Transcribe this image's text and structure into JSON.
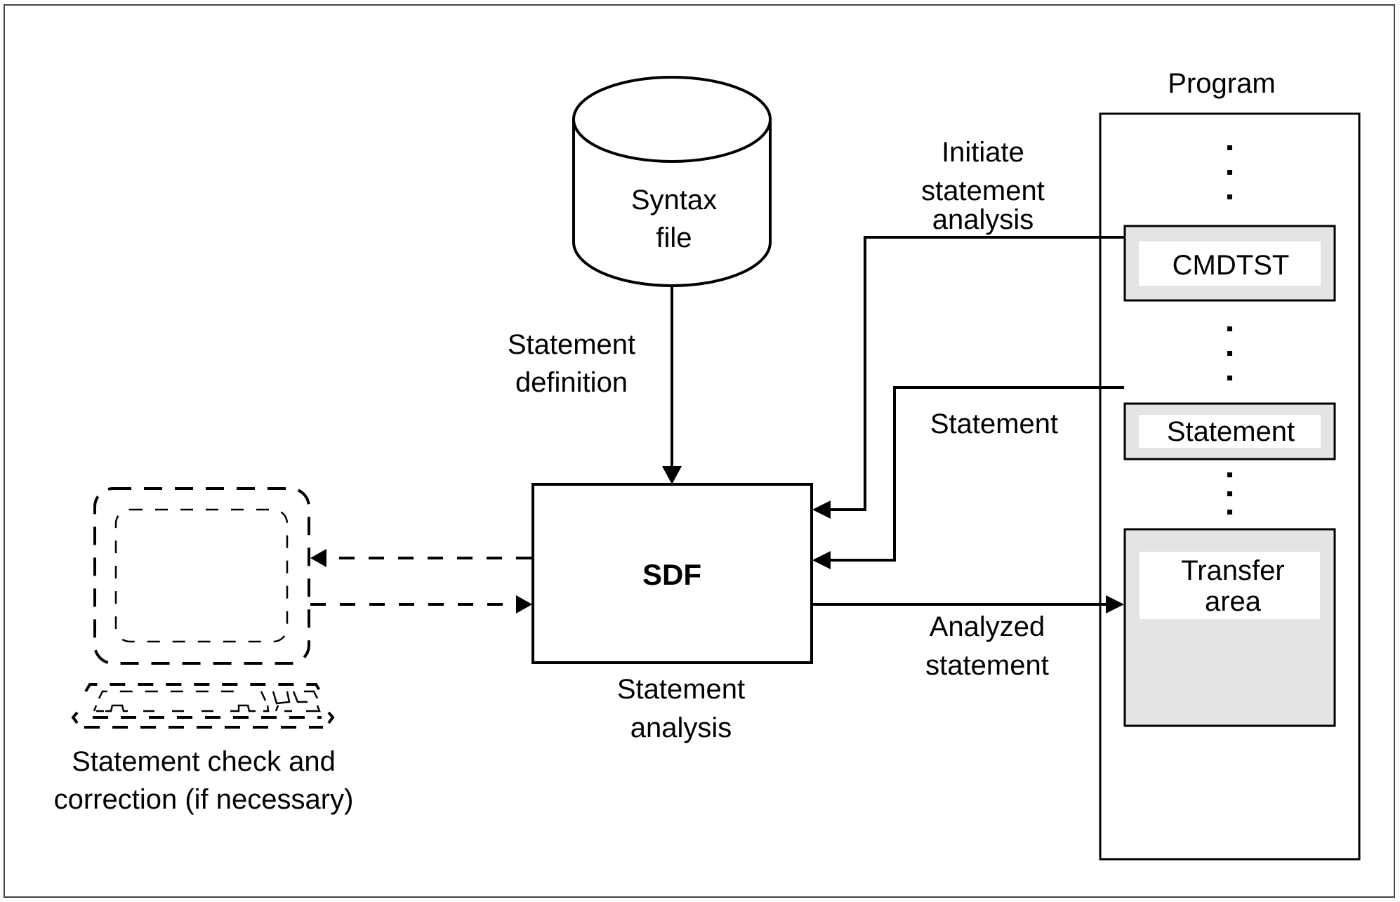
{
  "diagram": {
    "syntax_file": {
      "line1": "Syntax",
      "line2": "file"
    },
    "statement_definition": {
      "line1": "Statement",
      "line2": "definition"
    },
    "sdf": {
      "label": "SDF"
    },
    "statement_analysis": {
      "line1": "Statement",
      "line2": "analysis"
    },
    "terminal_caption": {
      "line1": "Statement check and",
      "line2": "correction (if necessary)"
    },
    "initiate_label": {
      "line1": "Initiate",
      "line2": "statement",
      "line3": "analysis"
    },
    "statement_flow_label": "Statement",
    "analyzed_label": {
      "line1": "Analyzed",
      "line2": "statement"
    },
    "program": {
      "title": "Program",
      "cmdtst": "CMDTST",
      "statement": "Statement",
      "transfer": {
        "line1": "Transfer",
        "line2": "area"
      },
      "ellipsis": "⋮"
    },
    "colors": {
      "stroke": "#000000",
      "module_fill": "#e4e4e4",
      "inner_fill": "#ffffff",
      "frame": "#555555"
    }
  }
}
